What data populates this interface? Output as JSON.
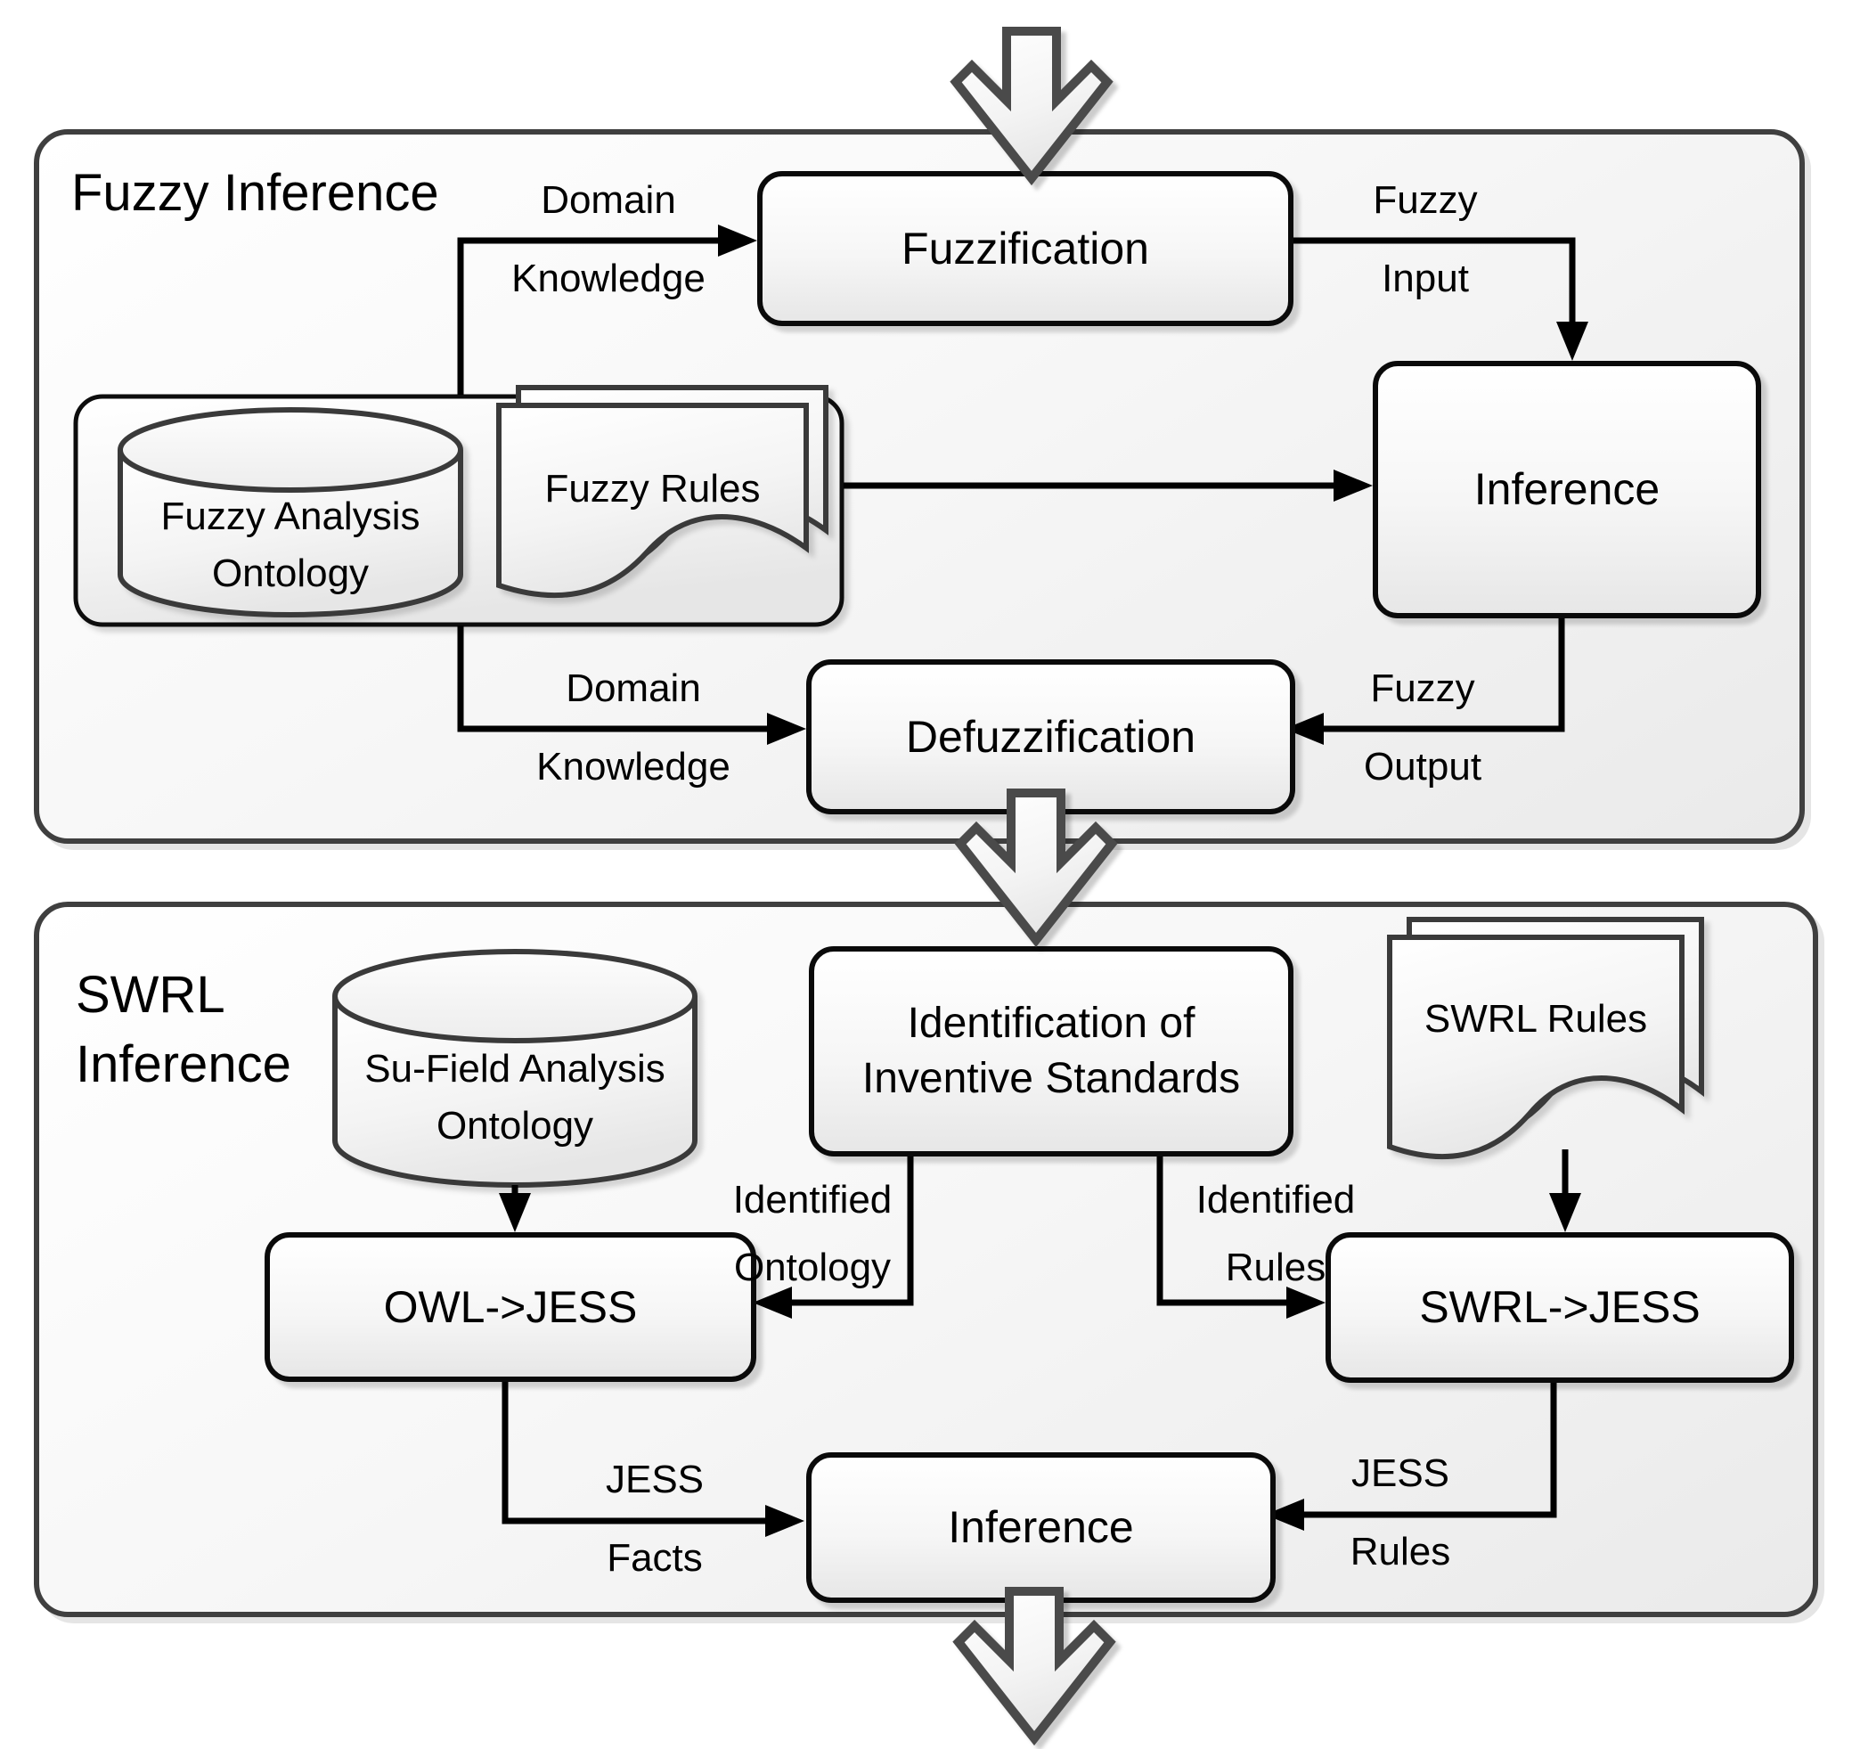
{
  "diagram": {
    "sections": {
      "fuzzy": {
        "title": "Fuzzy Inference"
      },
      "swrl": {
        "title_line1": "SWRL",
        "title_line2": "Inference"
      }
    },
    "nodes": {
      "fuzzification": "Fuzzification",
      "inference_top": "Inference",
      "defuzzification": "Defuzzification",
      "fuzzy_ontology": {
        "line1": "Fuzzy Analysis",
        "line2": "Ontology"
      },
      "fuzzy_rules": "Fuzzy Rules",
      "sufield_ontology": {
        "line1": "Su-Field Analysis",
        "line2": "Ontology"
      },
      "identification": {
        "line1": "Identification of",
        "line2": "Inventive Standards"
      },
      "swrl_rules": "SWRL Rules",
      "owl_jess": "OWL->JESS",
      "swrl_jess": "SWRL->JESS",
      "inference_bottom": "Inference"
    },
    "edge_labels": {
      "domain_knowledge_top": {
        "line1": "Domain",
        "line2": "Knowledge"
      },
      "fuzzy_input": {
        "line1": "Fuzzy",
        "line2": "Input"
      },
      "domain_knowledge_bottom": {
        "line1": "Domain",
        "line2": "Knowledge"
      },
      "fuzzy_output": {
        "line1": "Fuzzy",
        "line2": "Output"
      },
      "identified_ontology": {
        "line1": "Identified",
        "line2": "Ontology"
      },
      "identified_rules": {
        "line1": "Identified",
        "line2": "Rules"
      },
      "jess_facts": {
        "line1": "JESS",
        "line2": "Facts"
      },
      "jess_rules": {
        "line1": "JESS",
        "line2": "Rules"
      }
    },
    "colors": {
      "container_border": "#3f3f3f",
      "box_border": "#0a0a0a",
      "shape_stroke": "#3a3a3a",
      "arrow_color": "#000000",
      "block_arrow_border": "#4a4a4a",
      "fill_light": "#ffffff",
      "fill_shade": "#e8e8e8"
    }
  }
}
